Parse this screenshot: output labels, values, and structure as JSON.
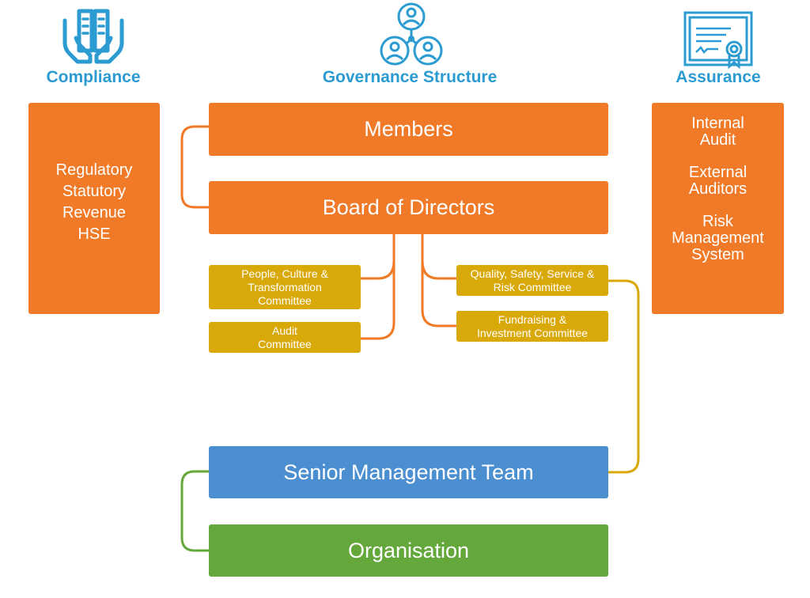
{
  "columns": {
    "compliance": {
      "title": "Compliance",
      "items": [
        "Regulatory",
        "Statutory",
        "Revenue",
        "HSE"
      ]
    },
    "governance": {
      "title": "Governance Structure"
    },
    "assurance": {
      "title": "Assurance",
      "items": [
        [
          "Internal",
          "Audit"
        ],
        [
          "External",
          "Auditors"
        ],
        [
          "Risk",
          "Management",
          "System"
        ]
      ]
    }
  },
  "boxes": {
    "members": "Members",
    "board": "Board of Directors",
    "people_committee": [
      "People, Culture &",
      "Transformation",
      "Committee"
    ],
    "audit_committee": [
      "Audit",
      "Committee"
    ],
    "quality_committee": [
      "Quality, Safety, Service &",
      "Risk Committee"
    ],
    "fundraising_committee": [
      "Fundraising &",
      "Investment Committee"
    ],
    "smt": "Senior Management Team",
    "organisation": "Organisation"
  },
  "colors": {
    "title_blue": "#2b9bd1",
    "orange": "#f07a28",
    "yellow": "#d9a90a",
    "blue": "#4c8fd1",
    "green": "#64a83c"
  },
  "icons": {
    "compliance": "hands-holding-book-icon",
    "governance": "people-network-icon",
    "assurance": "certificate-icon"
  }
}
